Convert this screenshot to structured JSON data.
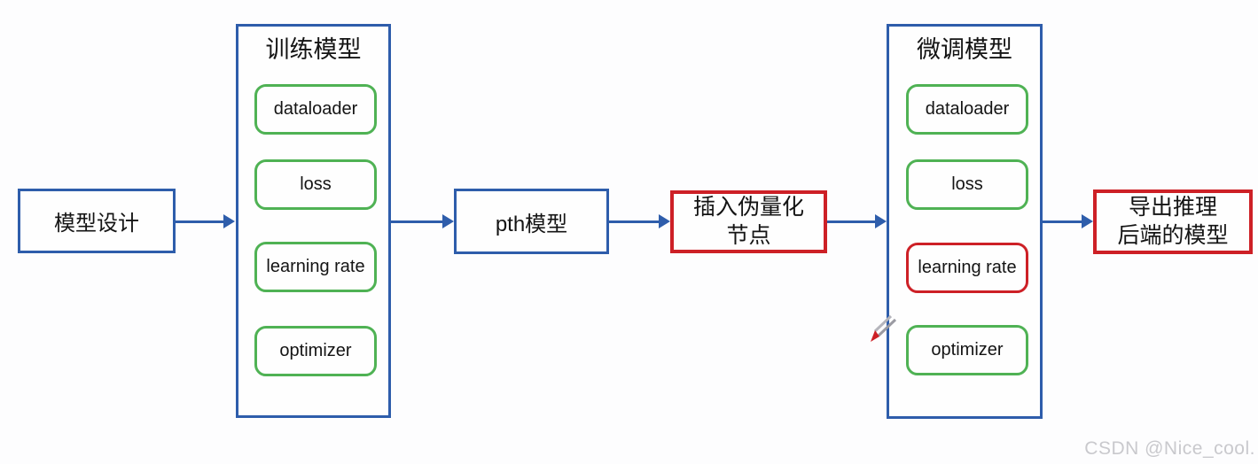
{
  "colors": {
    "blue_border": "#2e5dab",
    "green_border": "#4fb254",
    "red_border": "#cd2026",
    "text": "#141414",
    "watermark": "#c9c9cd",
    "background": "#fdfdfe"
  },
  "nodes": {
    "model_design": "模型设计",
    "pth_model": "pth模型",
    "insert_fake_quant": {
      "line1": "插入伪量化",
      "line2": "节点"
    },
    "export_model": {
      "line1": "导出推理",
      "line2": "后端的模型"
    }
  },
  "train_model": {
    "title": "训练模型",
    "items": [
      {
        "label": "dataloader",
        "border_color": "green"
      },
      {
        "label": "loss",
        "border_color": "green"
      },
      {
        "label": "learning rate",
        "border_color": "green"
      },
      {
        "label": "optimizer",
        "border_color": "green"
      }
    ]
  },
  "finetune_model": {
    "title": "微调模型",
    "items": [
      {
        "label": "dataloader",
        "border_color": "green"
      },
      {
        "label": "loss",
        "border_color": "green"
      },
      {
        "label": "learning rate",
        "border_color": "red"
      },
      {
        "label": "optimizer",
        "border_color": "green"
      }
    ]
  },
  "icons": {
    "pen_cursor": "pen-cursor-icon"
  },
  "watermark": "CSDN @Nice_cool."
}
